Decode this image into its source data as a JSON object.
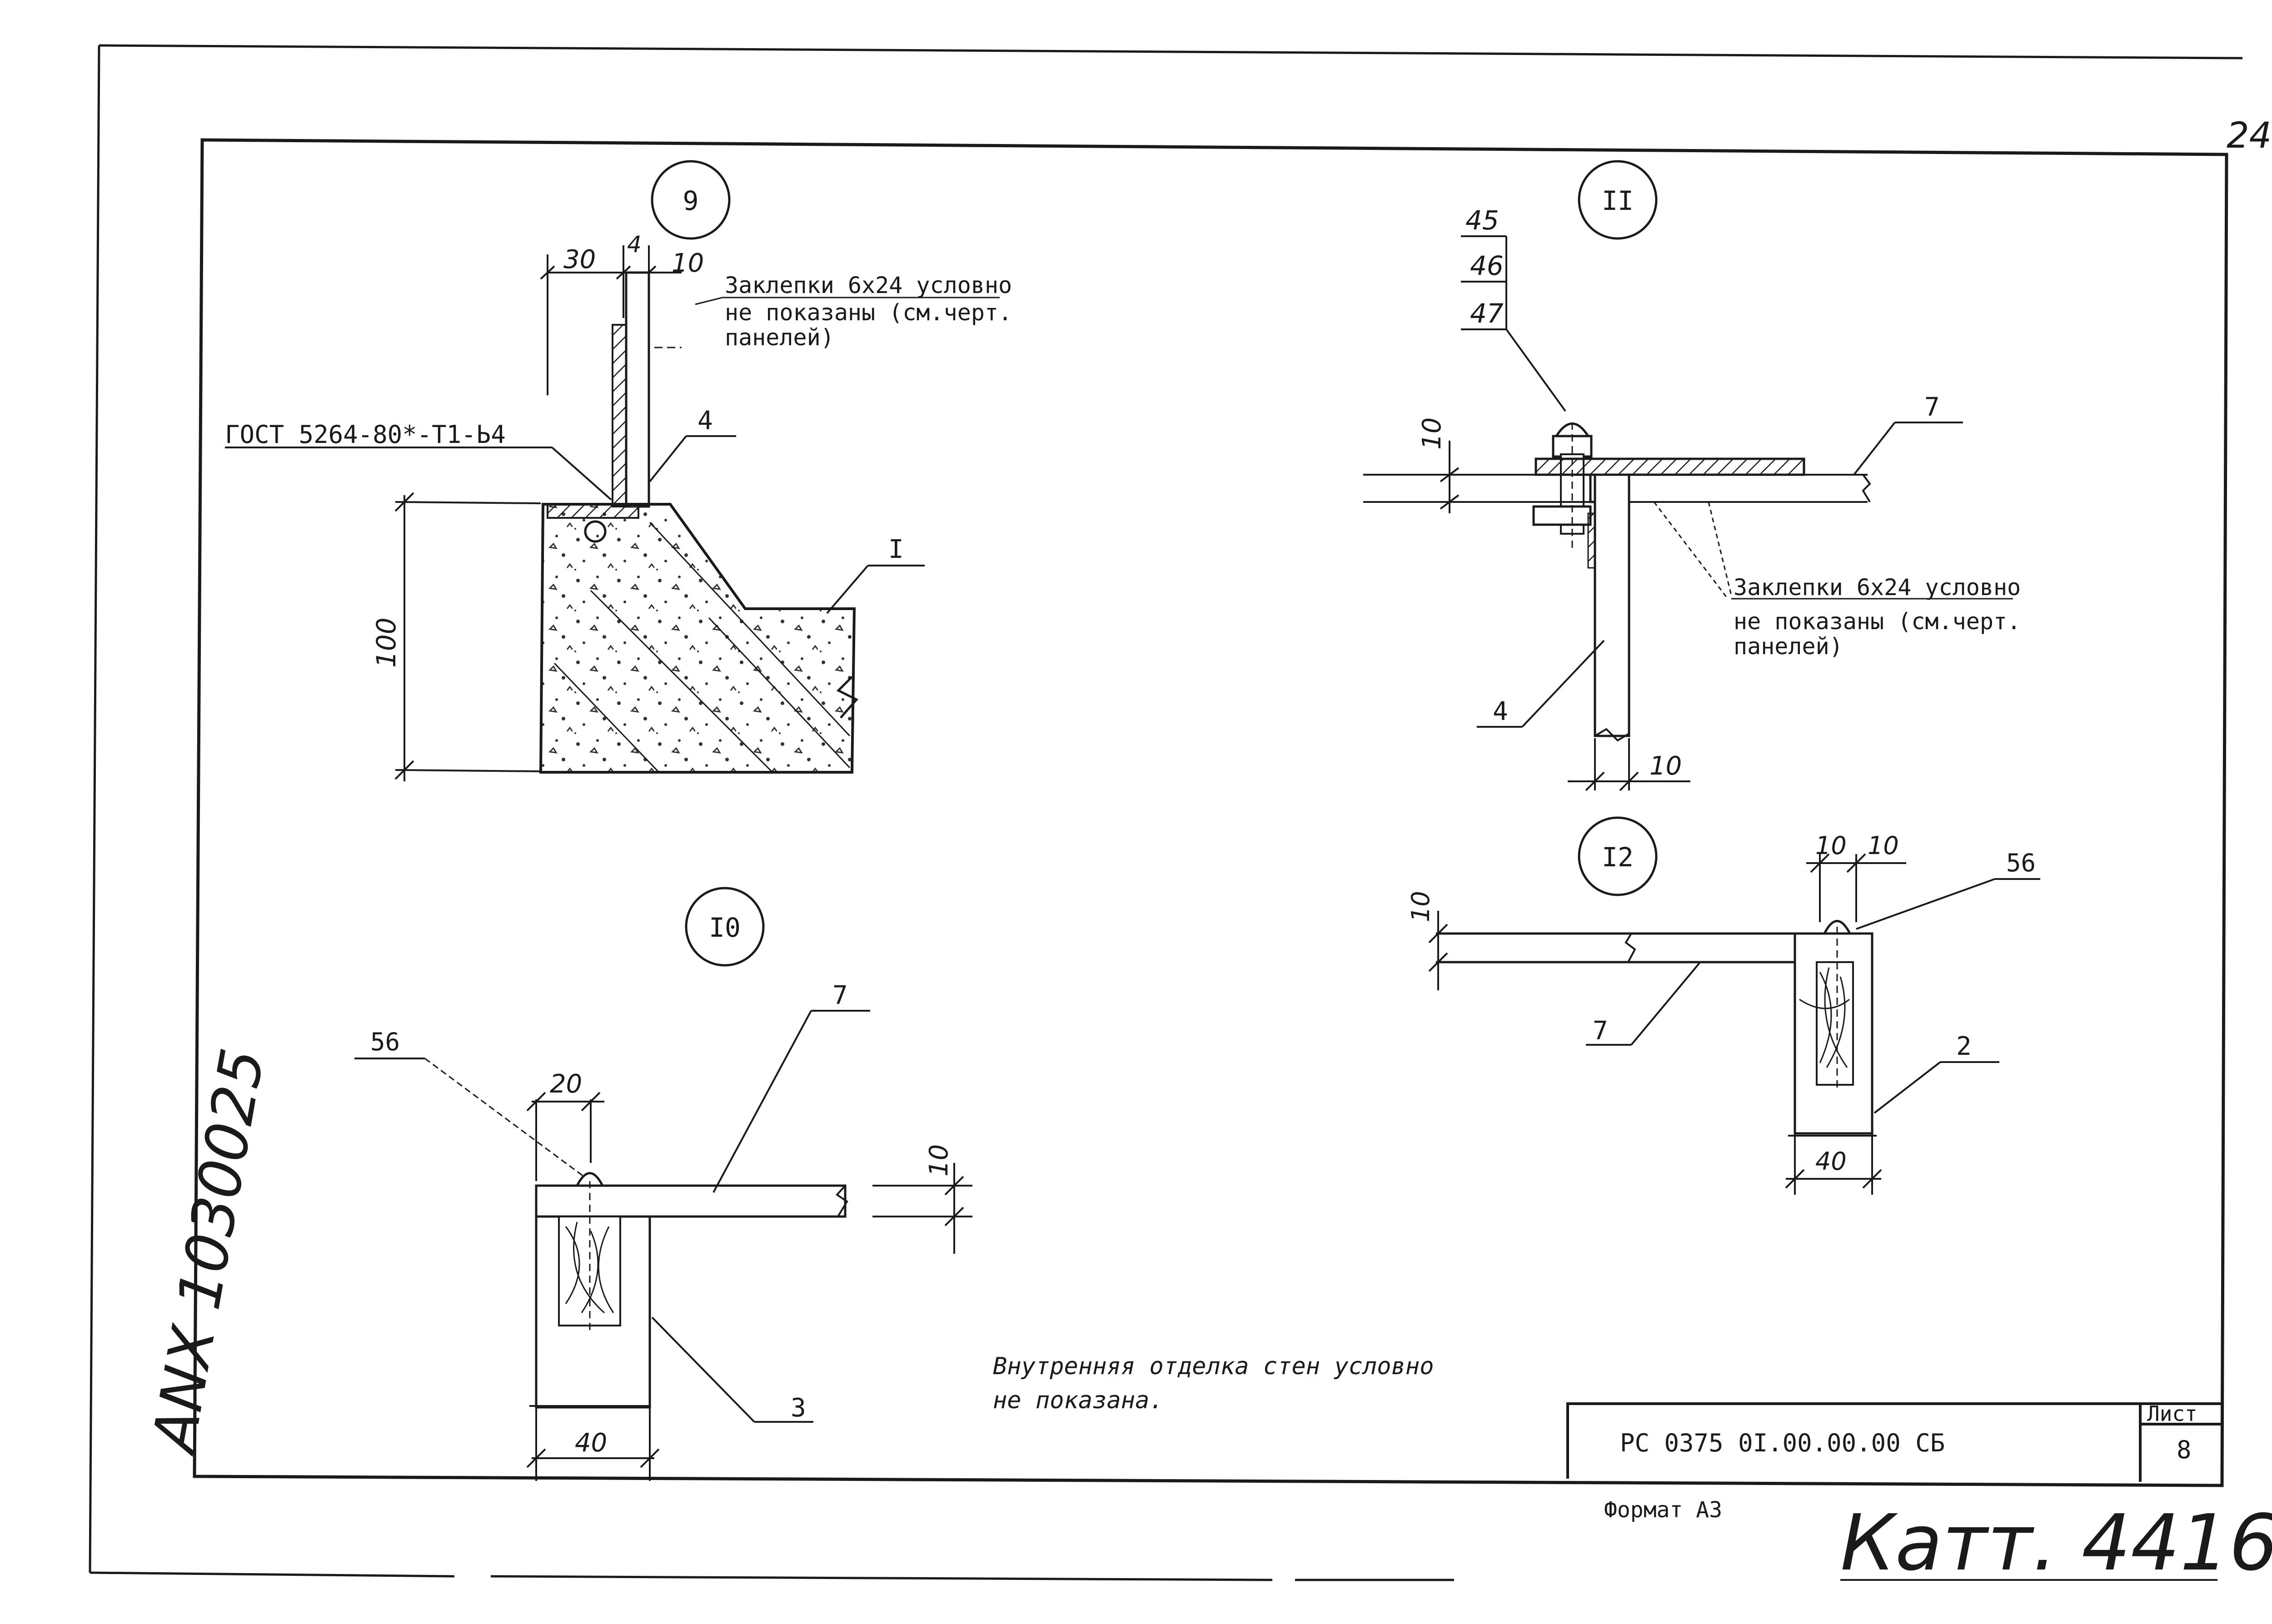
{
  "sheet": {
    "page_number": "24",
    "archive_number": "ANX 1030025",
    "format_label": "Формат А3",
    "catalog_signature": "Катт. 4416",
    "note_line1": "Внутренняя отделка стен условно",
    "note_line2": "не показана."
  },
  "title_block": {
    "designation": "РС 0375 0I.00.00.00 СБ",
    "sheet_label": "Лист",
    "sheet_number": "8"
  },
  "detail_9": {
    "marker": "9",
    "dim_30": "30",
    "dim_4": "4",
    "dim_10": "10",
    "dim_100": "100",
    "rivet_note_line1": "Заклепки 6х24 условно",
    "rivet_note_line2": "не показаны (см.черт.",
    "rivet_note_line3": "панелей)",
    "gost_label": "ГОСТ 5264-80*-Т1-Ь4",
    "callout_4": "4",
    "callout_1": "I"
  },
  "detail_11": {
    "marker": "II",
    "pos_45": "45",
    "pos_46": "46",
    "pos_47": "47",
    "dim_10_left": "10",
    "dim_10_bottom": "10",
    "callout_7": "7",
    "callout_4": "4",
    "rivet_note_line1": "Заклепки 6х24 условно",
    "rivet_note_line2": "не показаны (см.черт.",
    "rivet_note_line3": "панелей)"
  },
  "detail_10": {
    "marker": "I0",
    "callout_56": "56",
    "callout_7": "7",
    "callout_3": "3",
    "dim_20": "20",
    "dim_10": "10",
    "dim_40": "40"
  },
  "detail_12": {
    "marker": "I2",
    "callout_56": "56",
    "callout_7": "7",
    "callout_2": "2",
    "dim_10_a": "10",
    "dim_10_b": "10",
    "dim_10_left": "10",
    "dim_40": "40"
  }
}
